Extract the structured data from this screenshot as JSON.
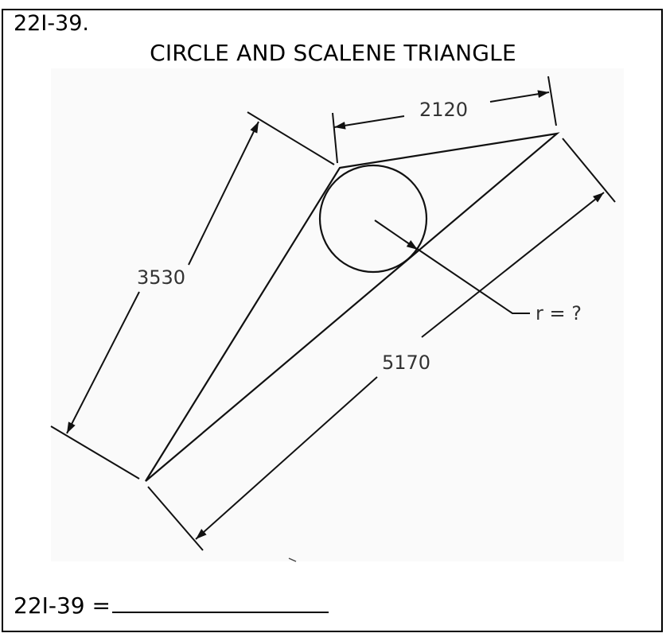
{
  "problem": {
    "id": "22I-39.",
    "title": "CIRCLE AND SCALENE TRIANGLE"
  },
  "figure": {
    "dimensions": {
      "top_side": "2120",
      "left_side": "3530",
      "long_side": "5170",
      "radius_label": "r = ?"
    }
  },
  "answer": {
    "label": "22I-39 ="
  }
}
